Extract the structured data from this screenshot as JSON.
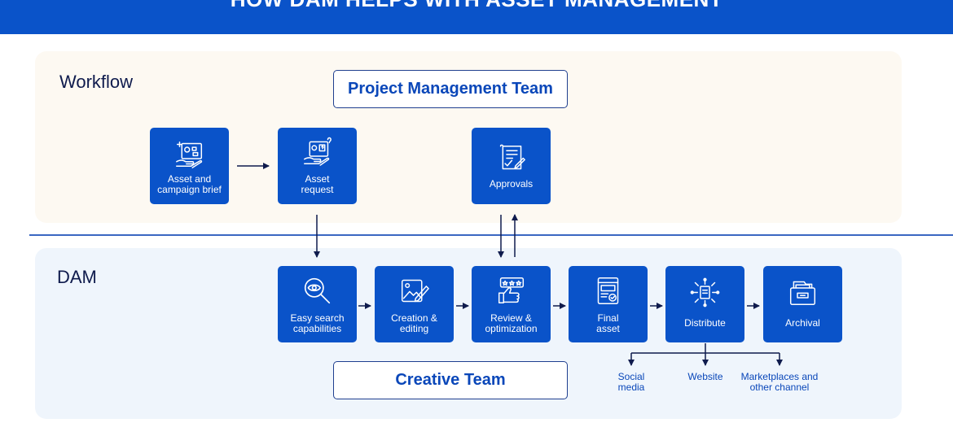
{
  "header": {
    "title": "HOW DAM HELPS WITH ASSET MANAGEMENT"
  },
  "sections": {
    "workflow": "Workflow",
    "dam": "DAM"
  },
  "teams": {
    "project_management": "Project Management Team",
    "creative": "Creative Team"
  },
  "workflow_nodes": [
    {
      "label": "Asset and\ncampaign brief",
      "icon": "campaign-brief-icon"
    },
    {
      "label": "Asset\nrequest",
      "icon": "asset-request-icon"
    },
    {
      "label": "Approvals",
      "icon": "approvals-icon"
    }
  ],
  "dam_nodes": [
    {
      "label": "Easy search\ncapabilities",
      "icon": "search-icon"
    },
    {
      "label": "Creation &\nediting",
      "icon": "creation-editing-icon"
    },
    {
      "label": "Review &\noptimization",
      "icon": "review-icon"
    },
    {
      "label": "Final\nasset",
      "icon": "final-asset-icon"
    },
    {
      "label": "Distribute",
      "icon": "distribute-icon"
    },
    {
      "label": "Archival",
      "icon": "archival-icon"
    }
  ],
  "channels": [
    "Social\nmedia",
    "Website",
    "Marketplaces and\nother channel"
  ],
  "colors": {
    "header": "#0a53c9",
    "node": "#0a53c9",
    "accent_text": "#0a47b9",
    "workflow_bg": "#fdf9f2",
    "dam_bg": "#eff5fc",
    "line": "#0f1b4d"
  }
}
